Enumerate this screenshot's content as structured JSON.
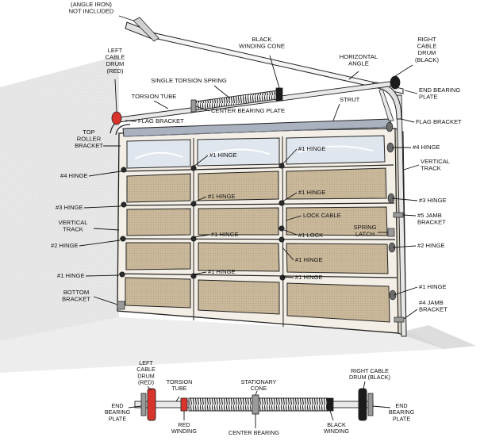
{
  "door": {
    "labels": {
      "angle_iron": [
        "(ANGLE IRON)",
        "NOT INCLUDED"
      ],
      "left_cable_drum": [
        "LEFT",
        "CABLE",
        "DRUM",
        "(RED)"
      ],
      "black_winding_cone": [
        "BLACK",
        "WINDING CONE"
      ],
      "right_cable_drum": [
        "RIGHT",
        "CABLE",
        "DRUM",
        "(BLACK)"
      ],
      "horizontal_angle": [
        "HORIZONTAL",
        "ANGLE"
      ],
      "single_torsion_spring": "SINGLE TORSION SPRING",
      "torsion_tube": "TORSION TUBE",
      "end_bearing_plate": [
        "END BEARING",
        "PLATE"
      ],
      "center_bearing_plate": "CENTER BEARING PLATE",
      "strut": "STRUT",
      "flag_bracket_left": "FLAG BRACKET",
      "flag_bracket_right": "FLAG BRACKET",
      "top_roller_bracket": [
        "TOP",
        "ROLLER",
        "BRACKET"
      ],
      "hinge_4_left": "#4 HINGE",
      "hinge_3_left": "#3 HINGE",
      "vertical_track_left": [
        "VERTICAL",
        "TRACK"
      ],
      "hinge_2_left": "#2 HINGE",
      "hinge_1_left": "#1 HINGE",
      "bottom_bracket": [
        "BOTTOM",
        "BRACKET"
      ],
      "hinge_1_a": "#1 HINGE",
      "hinge_1_b": "#1 HINGE",
      "hinge_1_c": "#1 HINGE",
      "hinge_1_d": "#1 HINGE",
      "hinge_1_e": "#1 HINGE",
      "hinge_1_f": "#1 HINGE",
      "hinge_1_g": "#1 HINGE",
      "hinge_1_h": "#1 HINGE",
      "lock_cable": "LOCK CABLE",
      "lock_1": "#1 LOCK",
      "hinge_4_right": "#4 HINGE",
      "vertical_track_right": [
        "VERTICAL",
        "TRACK"
      ],
      "hinge_3_right": "#3 HINGE",
      "jamb_bracket_5": [
        "#5 JAMB",
        "BRACKET"
      ],
      "spring_latch": [
        "SPRING",
        "LATCH"
      ],
      "hinge_2_right": "#2 HINGE",
      "hinge_1_right": "#1 HINGE",
      "jamb_bracket_4": [
        "#4 JAMB",
        "BRACKET"
      ]
    }
  },
  "spring_assembly": {
    "labels": {
      "left_cable_drum": [
        "LEFT",
        "CABLE",
        "DRUM",
        "(RED)"
      ],
      "torsion_tube": [
        "TORSION",
        "TUBE"
      ],
      "stationary_cone": [
        "STATIONARY",
        "CONE"
      ],
      "right_cable_drum": [
        "RIGHT CABLE",
        "DRUM (BLACK)"
      ],
      "end_bearing_plate_left": [
        "END",
        "BEARING",
        "PLATE"
      ],
      "end_bearing_plate_right": [
        "END",
        "BEARING",
        "PLATE"
      ],
      "red_winding": [
        "RED",
        "WINDING"
      ],
      "center_bearing": "CENTER BEARING",
      "black_winding": [
        "BLACK",
        "WINDING"
      ]
    }
  },
  "colors": {
    "red_drum": "#d9342b",
    "black_drum": "#1b1b1b",
    "panel_fill": "#c9b89a",
    "door_face": "#f4efe6",
    "window_fill": "#dfe6ee",
    "strut_fill": "#aab2c0",
    "hardware_gray": "#9a9a9a",
    "wall_shade": "#d7d7d7"
  }
}
